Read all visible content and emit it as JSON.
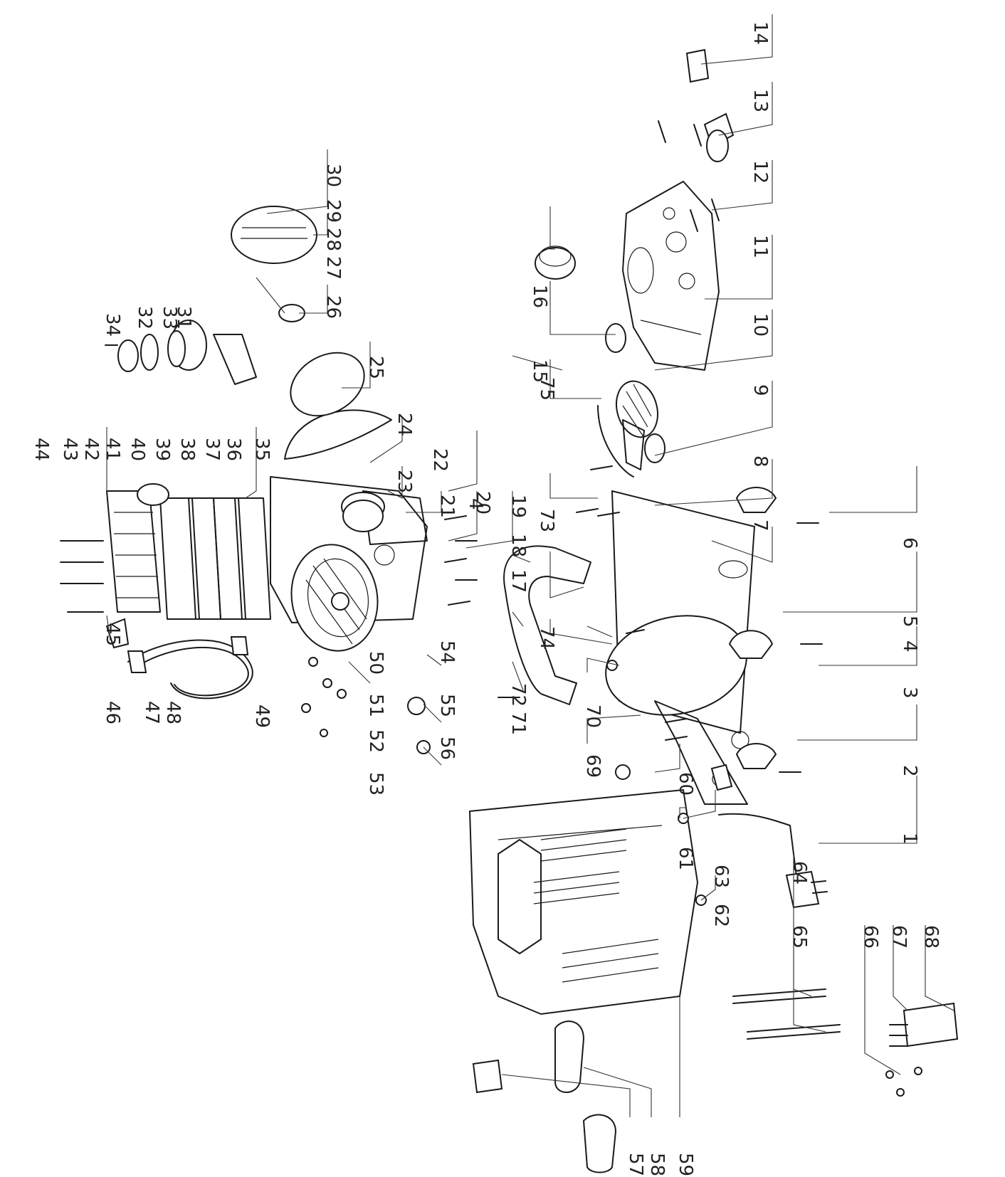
{
  "diagram": {
    "type": "exploded-parts-diagram",
    "orientation": "rotated-90-counterclockwise",
    "callout_labels": [
      "1",
      "2",
      "3",
      "4",
      "4",
      "5",
      "6",
      "7",
      "8",
      "9",
      "10",
      "11",
      "12",
      "13",
      "14",
      "15",
      "16",
      "17",
      "18",
      "19",
      "20",
      "21",
      "22",
      "23",
      "24",
      "25",
      "26",
      "27",
      "28",
      "29",
      "30",
      "31",
      "32",
      "33",
      "34",
      "35",
      "36",
      "37",
      "38",
      "39",
      "40",
      "41",
      "42",
      "43",
      "44",
      "45",
      "46",
      "47",
      "48",
      "49",
      "50",
      "51",
      "52",
      "53",
      "54",
      "55",
      "56",
      "57",
      "58",
      "59",
      "60",
      "61",
      "62",
      "63",
      "64",
      "65",
      "66",
      "67",
      "68",
      "69",
      "70",
      "71",
      "72",
      "73",
      "74",
      "75"
    ]
  }
}
